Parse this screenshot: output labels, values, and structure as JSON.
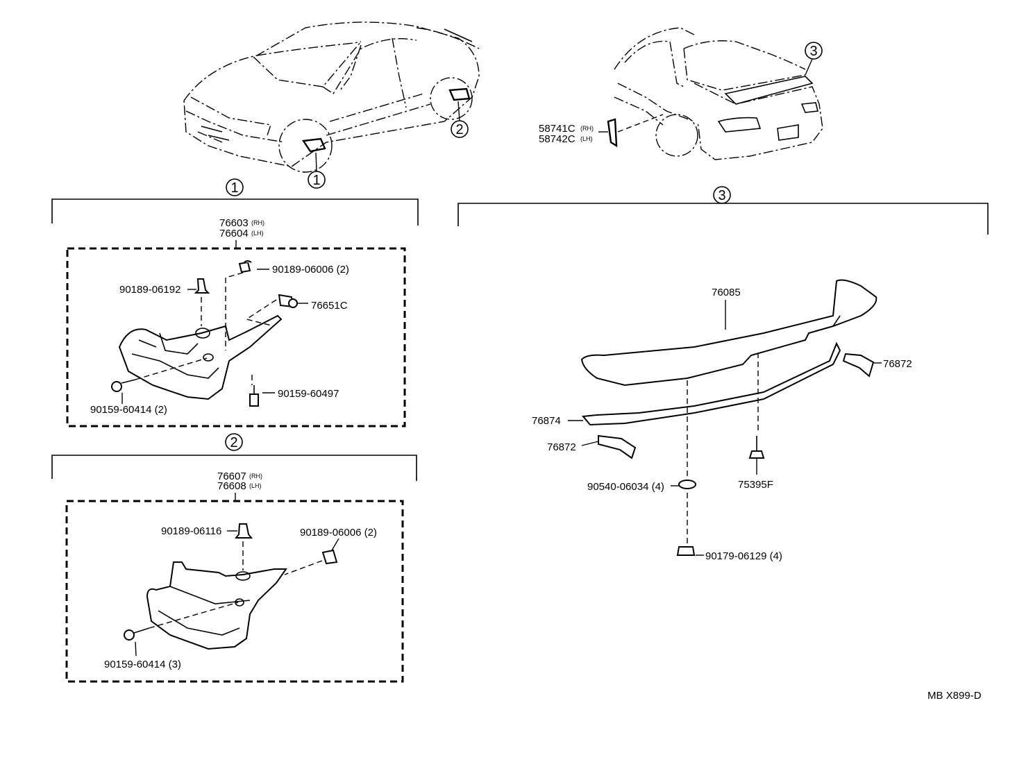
{
  "callouts": {
    "c1": "1",
    "c2": "2",
    "c3": "3"
  },
  "car_views": {
    "front_callouts": [
      "1",
      "2"
    ],
    "rear_callout": "3",
    "rear_part_rh": "58741C",
    "rear_part_rh_side": "(RH)",
    "rear_part_lh": "58742C",
    "rear_part_lh_side": "(LH)"
  },
  "group1": {
    "callout": "1",
    "main_rh": "76603",
    "main_rh_side": "(RH)",
    "main_lh": "76604",
    "main_lh_side": "(LH)",
    "parts": {
      "clip_a": "90189-06006 (2)",
      "clip_b": "90189-06192",
      "nut": "76651C",
      "screw_a": "90159-60497",
      "screw_b": "90159-60414 (2)"
    }
  },
  "group2": {
    "callout": "2",
    "main_rh": "76607",
    "main_rh_side": "(RH)",
    "main_lh": "76608",
    "main_lh_side": "(LH)",
    "parts": {
      "clip_a": "90189-06116",
      "clip_b": "90189-06006 (2)",
      "screw": "90159-60414 (3)"
    }
  },
  "group3": {
    "callout": "3",
    "parts": {
      "spoiler": "76085",
      "pad_right": "76872",
      "seal": "76874",
      "pad_left": "76872",
      "washer": "90540-06034 (4)",
      "bolt": "75395F",
      "nut": "90179-06129 (4)"
    }
  },
  "drawing_code": "MB X899-D"
}
